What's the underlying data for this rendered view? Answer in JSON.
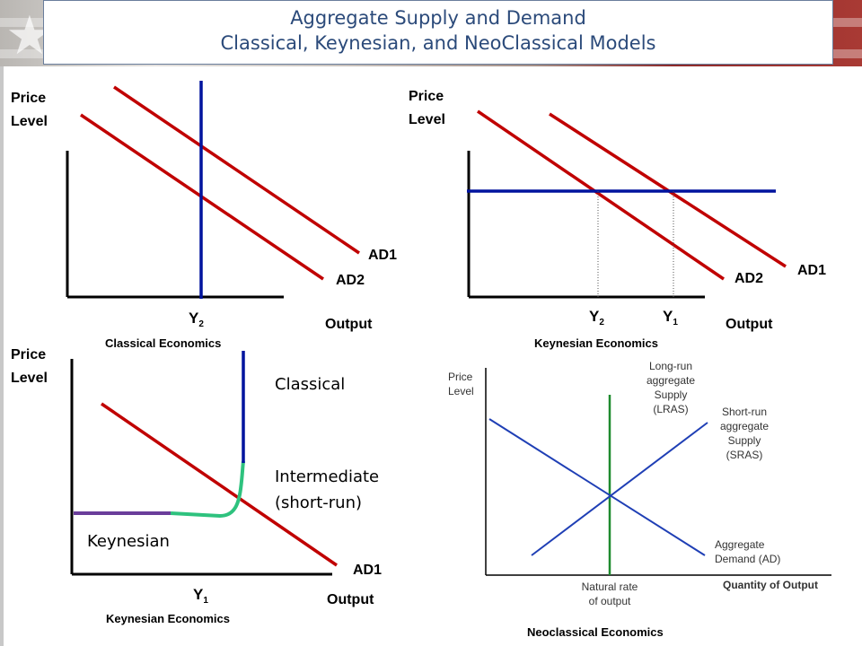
{
  "title": {
    "line1": "Aggregate Supply and Demand",
    "line2": "Classical, Keynesian, and NeoClassical Models"
  },
  "colors": {
    "ad_line": "#c00000",
    "as_line": "#00139e",
    "keynesian_segment": "#6a3d9a",
    "intermediate_segment": "#2ec27e",
    "neo_ad_sras": "#1f3fb5",
    "neo_lras": "#1e8a2e",
    "title_text": "#2b4a7a"
  },
  "panel_classical": {
    "y_label_1": "Price",
    "y_label_2": "Level",
    "ad1": "AD1",
    "ad2": "AD2",
    "y2": "Y",
    "y2_sub": "2",
    "x_label": "Output",
    "caption": "Classical Economics"
  },
  "panel_keynesian": {
    "y_label_1": "Price",
    "y_label_2": "Level",
    "ad1": "AD1",
    "ad2": "AD2",
    "y2": "Y",
    "y2_sub": "2",
    "y1": "Y",
    "y1_sub": "1",
    "x_label": "Output",
    "caption": "Keynesian Economics"
  },
  "panel_combined": {
    "y_label_1": "Price",
    "y_label_2": "Level",
    "classical": "Classical",
    "intermediate_1": "Intermediate",
    "intermediate_2": "(short-run)",
    "keynesian": "Keynesian",
    "ad1": "AD1",
    "y1": "Y",
    "y1_sub": "1",
    "x_label": "Output",
    "caption": "Keynesian Economics"
  },
  "panel_neoclassical": {
    "y_label_1": "Price",
    "y_label_2": "Level",
    "lras_1": "Long-run",
    "lras_2": "aggregate",
    "lras_3": "Supply",
    "lras_4": "(LRAS)",
    "sras_1": "Short-run",
    "sras_2": "aggregate",
    "sras_3": "Supply",
    "sras_4": "(SRAS)",
    "ad_1": "Aggregate",
    "ad_2": "Demand (AD)",
    "natural_1": "Natural rate",
    "natural_2": "of output",
    "x_label": "Quantity of Output",
    "caption": "Neoclassical Economics"
  }
}
